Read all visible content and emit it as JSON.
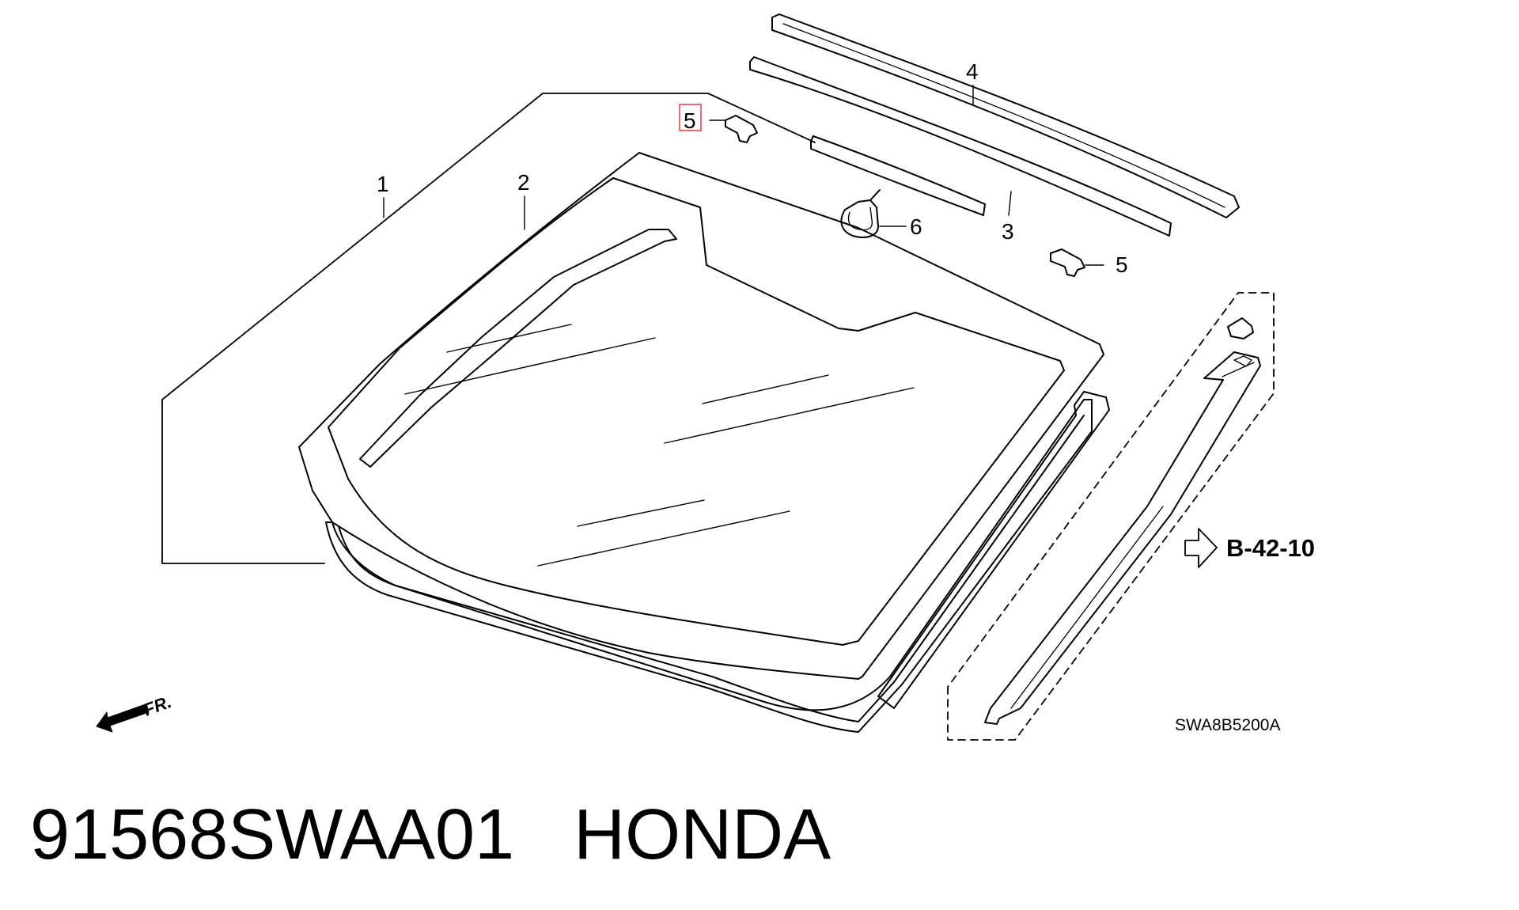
{
  "diagram": {
    "callouts": [
      {
        "id": "1",
        "label": "1"
      },
      {
        "id": "2",
        "label": "2"
      },
      {
        "id": "3",
        "label": "3"
      },
      {
        "id": "4",
        "label": "4"
      },
      {
        "id": "5a",
        "label": "5",
        "highlighted": true
      },
      {
        "id": "5b",
        "label": "5"
      },
      {
        "id": "6",
        "label": "6"
      }
    ],
    "reference_link": "B-42-10",
    "front_indicator": "FR.",
    "diagram_code": "SWA8B5200A",
    "highlight_color": "#e0393e"
  },
  "caption": {
    "part_number": "91568SWAA01",
    "brand": "HONDA"
  }
}
